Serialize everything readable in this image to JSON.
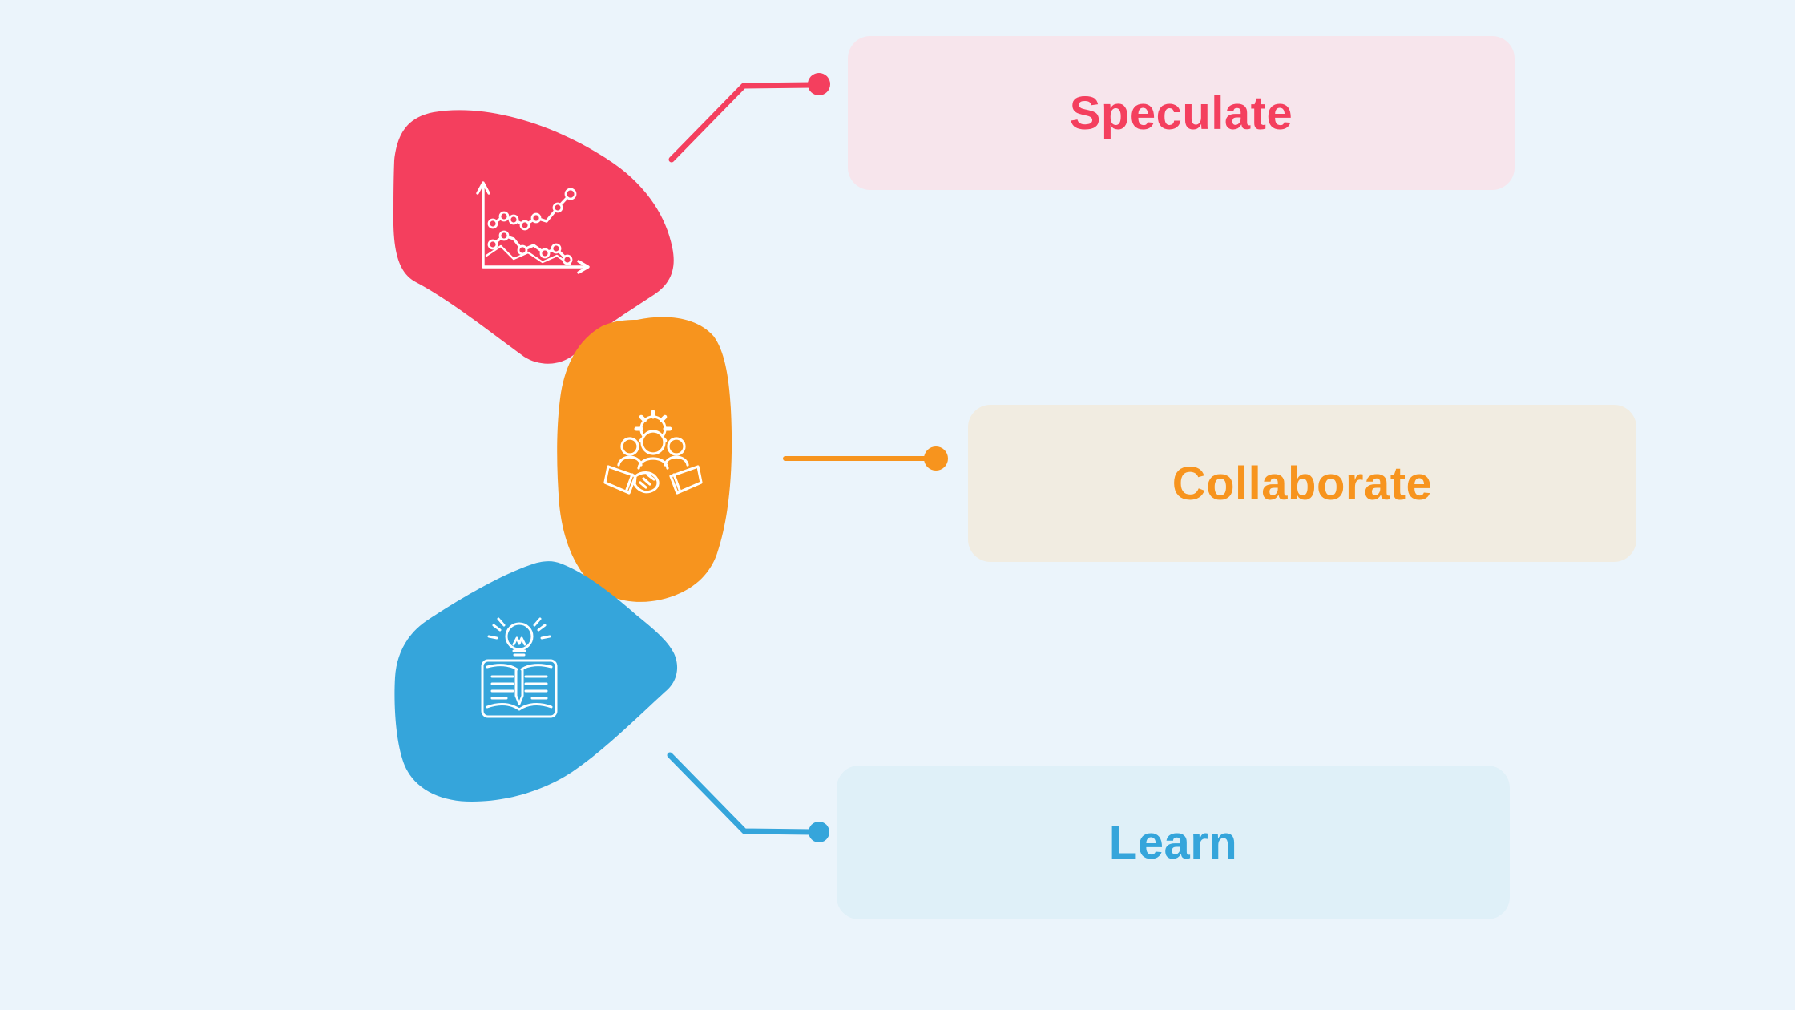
{
  "page": {
    "background": "#ebf4fb"
  },
  "items": [
    {
      "label": "Speculate",
      "color": "#f43f5e",
      "box_bg": "#f7e5ec",
      "icon": "line-chart-icon"
    },
    {
      "label": "Collaborate",
      "color": "#f7941e",
      "box_bg": "#f1ece1",
      "icon": "team-handshake-icon"
    },
    {
      "label": "Learn",
      "color": "#35a5db",
      "box_bg": "#dff0f8",
      "icon": "open-book-idea-icon"
    }
  ],
  "cursor": {
    "glyph": "text-ibeam"
  }
}
